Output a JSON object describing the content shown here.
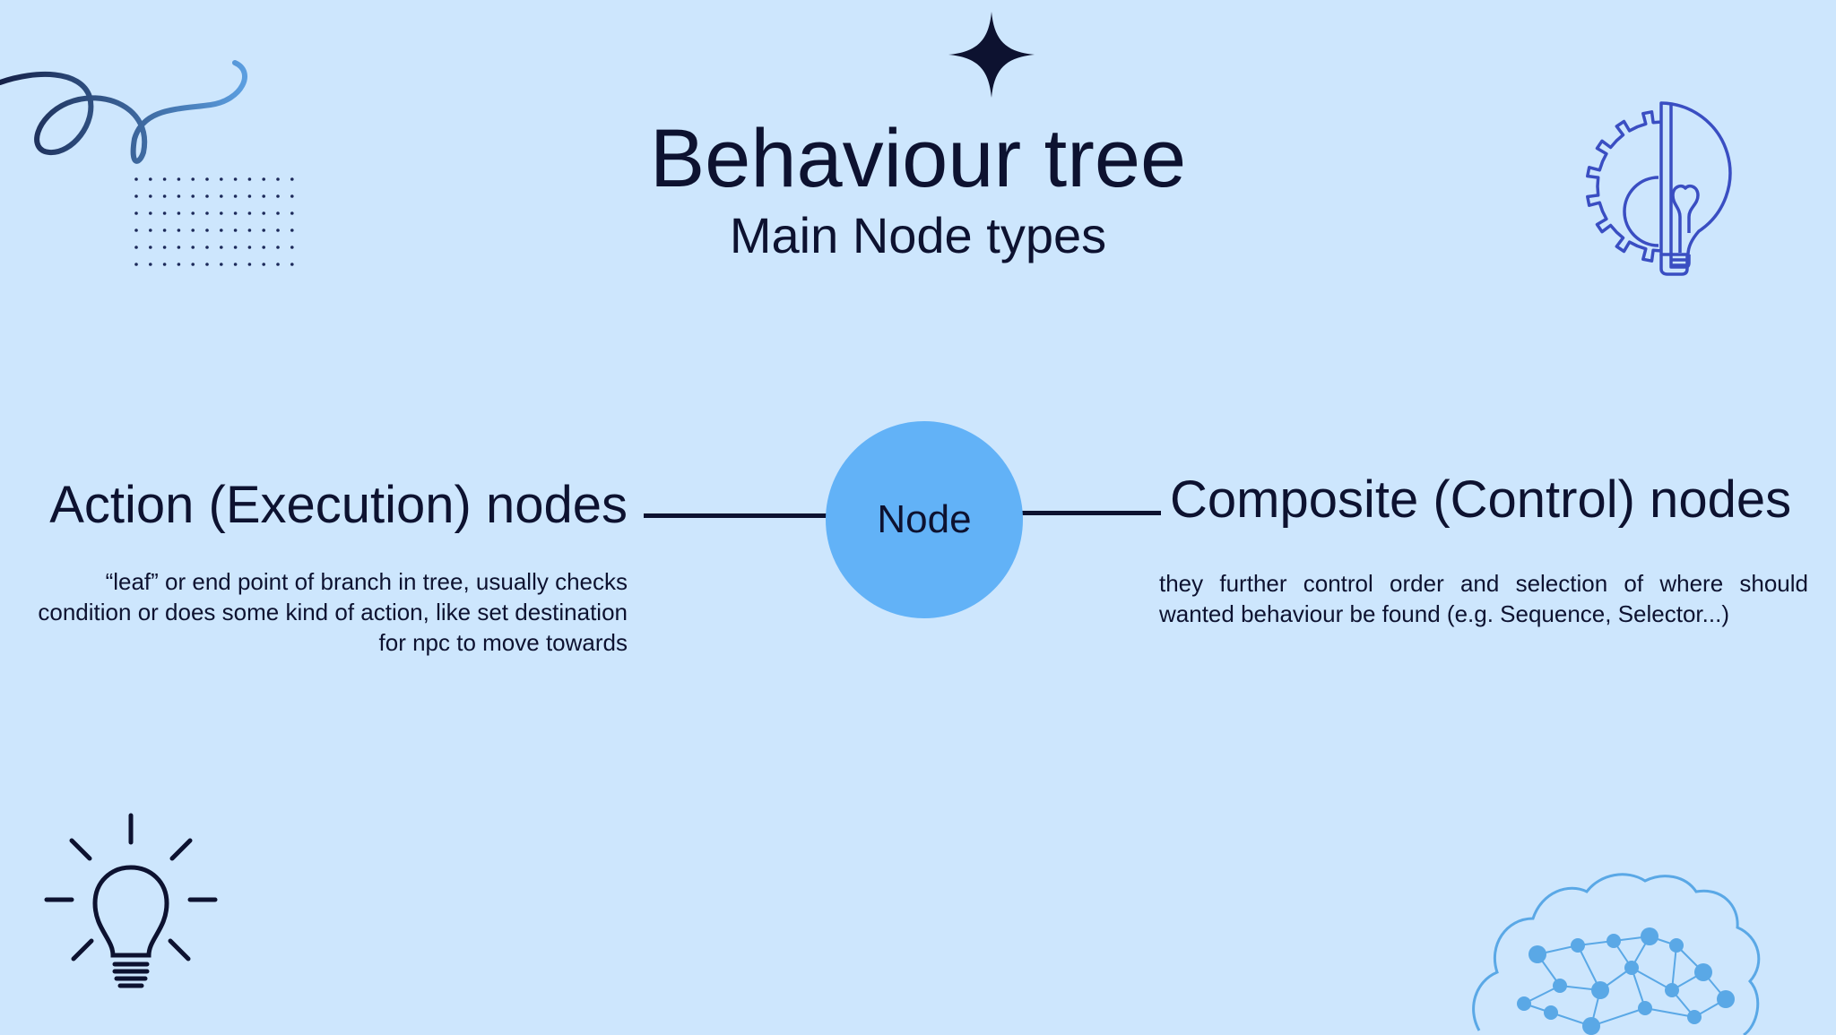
{
  "header": {
    "title": "Behaviour tree",
    "subtitle": "Main Node types"
  },
  "diagram": {
    "center_node": {
      "label": "Node",
      "fill": "#62b2f7"
    },
    "left_branch": {
      "heading": "Action (Execution) nodes",
      "description": "“leaf” or end point of branch in tree, usually checks condition or does some kind of action, like set destination for npc to move towards"
    },
    "right_branch": {
      "heading": "Composite (Control) nodes",
      "description": "they further control order and selection of where should wanted behaviour be found (e.g. Sequence, Selector...)"
    }
  },
  "decorations": {
    "icons": [
      "sparkle-icon",
      "squiggle-icon",
      "dot-grid",
      "gear-lightbulb-icon",
      "lightbulb-icon",
      "brain-network-icon"
    ]
  },
  "colors": {
    "background": "#cde6fd",
    "text": "#0d1230",
    "accent": "#62b2f7",
    "icon_blue": "#3a4ec2",
    "brain_blue": "#5aa8e6"
  }
}
